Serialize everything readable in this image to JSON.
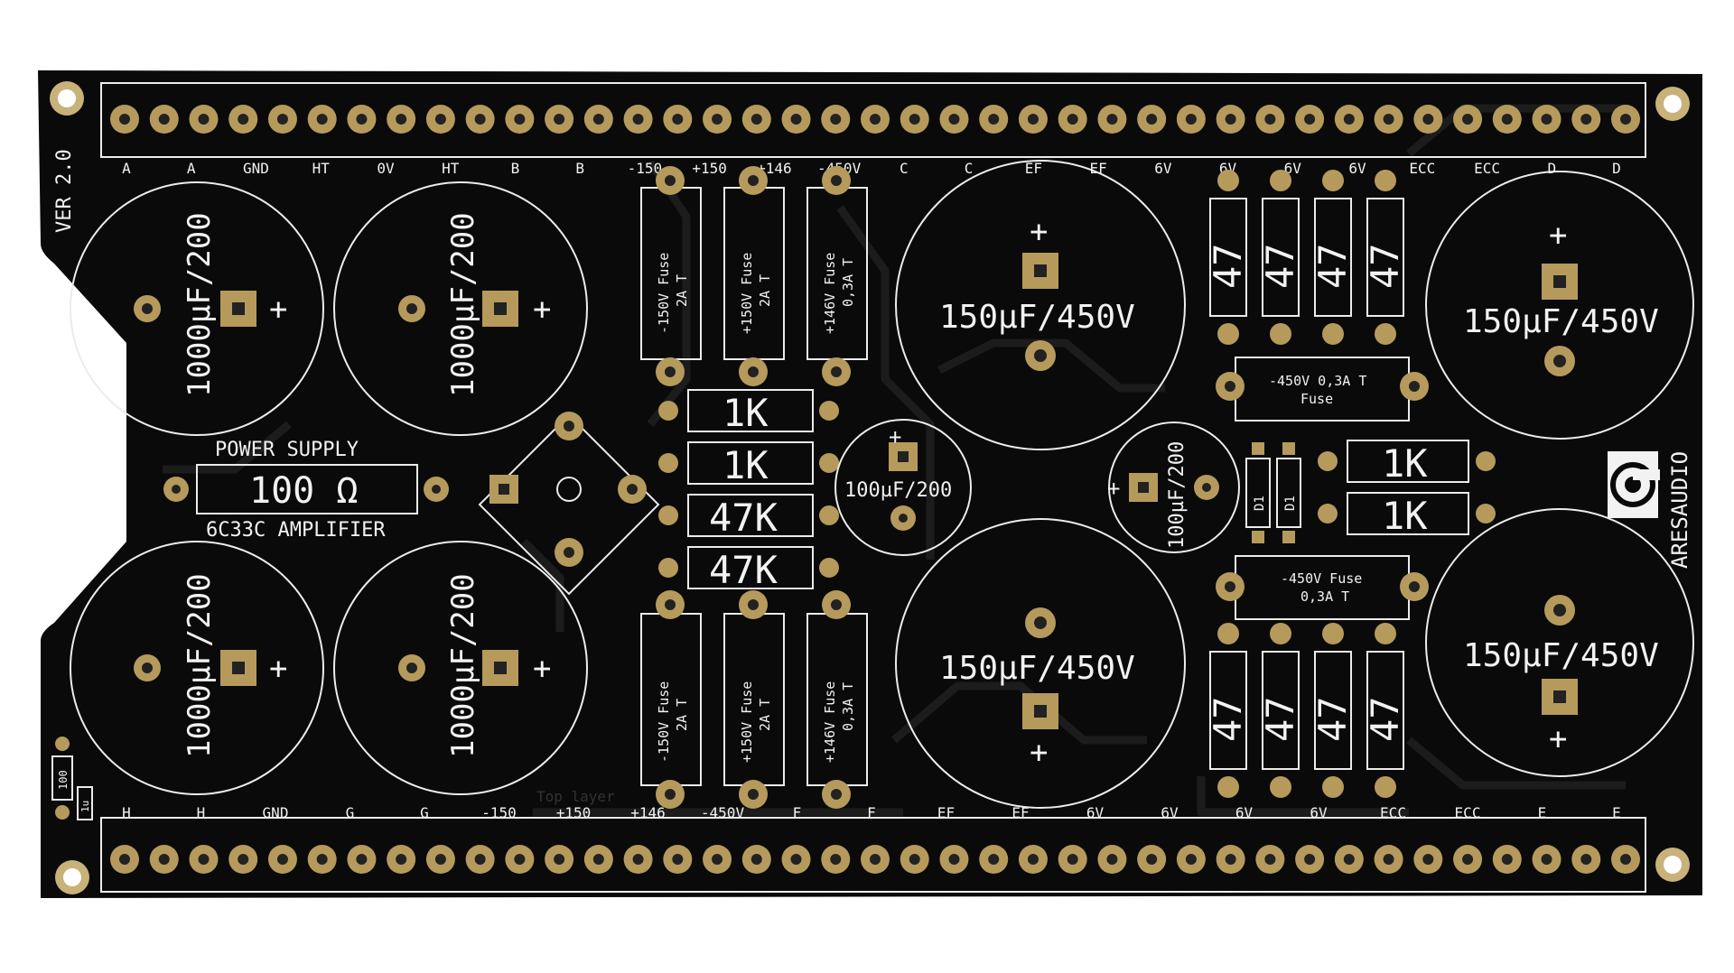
{
  "board": {
    "version": "VER 2.0",
    "title_top": "POWER SUPPLY",
    "title_bottom": "6C33C AMPLIFIER",
    "main_resistor": "100 Ω",
    "layer_label": "Top layer",
    "brand": "ARESAUDIO",
    "tiny_resistor_1": "100",
    "tiny_resistor_2": "1u"
  },
  "top_header_labels": [
    "A",
    "A",
    "GND",
    "HT",
    "0V",
    "HT",
    "B",
    "B",
    "-150",
    "+150",
    "+146",
    "-450V",
    "C",
    "C",
    "EF",
    "EF",
    "6V",
    "6V",
    "6V",
    "6V",
    "ECC",
    "ECC",
    "D",
    "D"
  ],
  "bottom_header_labels": [
    "H",
    "H",
    "GND",
    "G",
    "G",
    "-150",
    "+150",
    "+146",
    "-450V",
    "F",
    "F",
    "EF",
    "EF",
    "6V",
    "6V",
    "6V",
    "6V",
    "ECC",
    "ECC",
    "E",
    "E"
  ],
  "capacitors": {
    "big_1000": "1000µF/200",
    "large_450": "150µF/450V",
    "small_100": "100µF/200",
    "plus": "+"
  },
  "resistors": {
    "r1k": "1K",
    "r47k": "47K",
    "r47": "47"
  },
  "fuses": {
    "neg150": [
      "-150V Fuse",
      "2A T"
    ],
    "pos150": [
      "+150V Fuse",
      "2A T"
    ],
    "pos146": [
      "+146V Fuse",
      "0,3A T"
    ],
    "neg450": [
      "-450V 0,3A T",
      "Fuse"
    ],
    "neg450b": [
      "-450V Fuse",
      "0,3A T"
    ]
  },
  "diodes": [
    "D1",
    "D1"
  ],
  "colors": {
    "background": "#ffffff",
    "board": "#0a0a0a",
    "silkscreen": "#ececec",
    "pad": "#b59a5c",
    "trace": "#1c1c1c"
  }
}
